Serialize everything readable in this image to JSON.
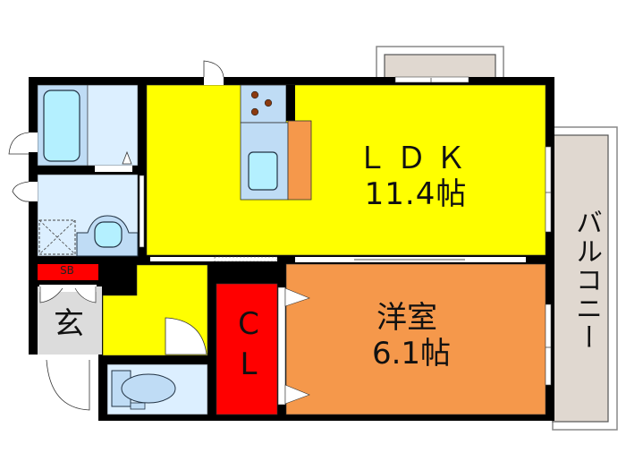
{
  "floor_plan": {
    "rooms": {
      "ldk": {
        "name": "ＬＤＫ",
        "size": "11.4帖",
        "color": "#ffff00"
      },
      "western_room": {
        "name": "洋室",
        "size": "6.1帖",
        "color": "#f5984b"
      },
      "closet": {
        "line1": "C",
        "line2": "L",
        "color": "#ff0000"
      },
      "entrance": {
        "name": "玄",
        "color": "#dcdcdc"
      },
      "shoe_box": {
        "name": "SB",
        "color": "#ff0000"
      },
      "balcony": {
        "name": "バルコニー",
        "color": "#e0d8d0"
      },
      "bathroom": {
        "color": "#bfdcf5"
      },
      "washroom": {
        "color": "#dcefff"
      },
      "toilet": {
        "color": "#dcefff"
      },
      "kitchen": {
        "color": "#bfdcf5",
        "counter_color": "#f5984b"
      }
    },
    "wall_color": "#000000",
    "fixture_color": "#b4f0ff"
  }
}
